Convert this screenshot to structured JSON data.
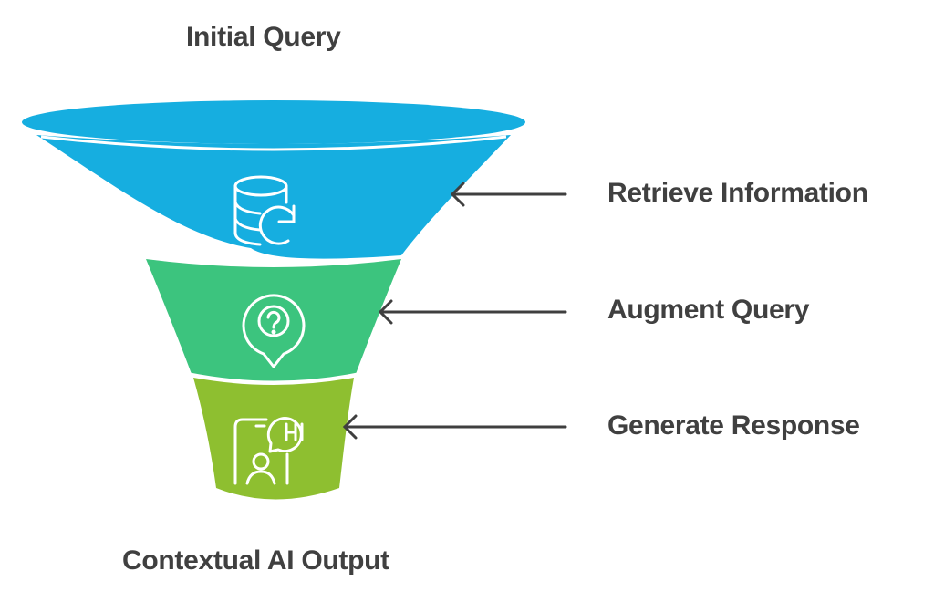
{
  "diagram": {
    "type": "funnel",
    "top_label": "Initial Query",
    "bottom_label": "Contextual AI Output",
    "stages": [
      {
        "label": "Retrieve Information",
        "icon": "database-refresh-icon",
        "color": "#16AEE0"
      },
      {
        "label": "Augment Query",
        "icon": "question-pin-icon",
        "color": "#3CC47E"
      },
      {
        "label": "Generate Response",
        "icon": "phone-chat-hi-icon",
        "color": "#8EBF30"
      }
    ],
    "text_color": "#404040",
    "arrow_color": "#3f3f3f"
  }
}
